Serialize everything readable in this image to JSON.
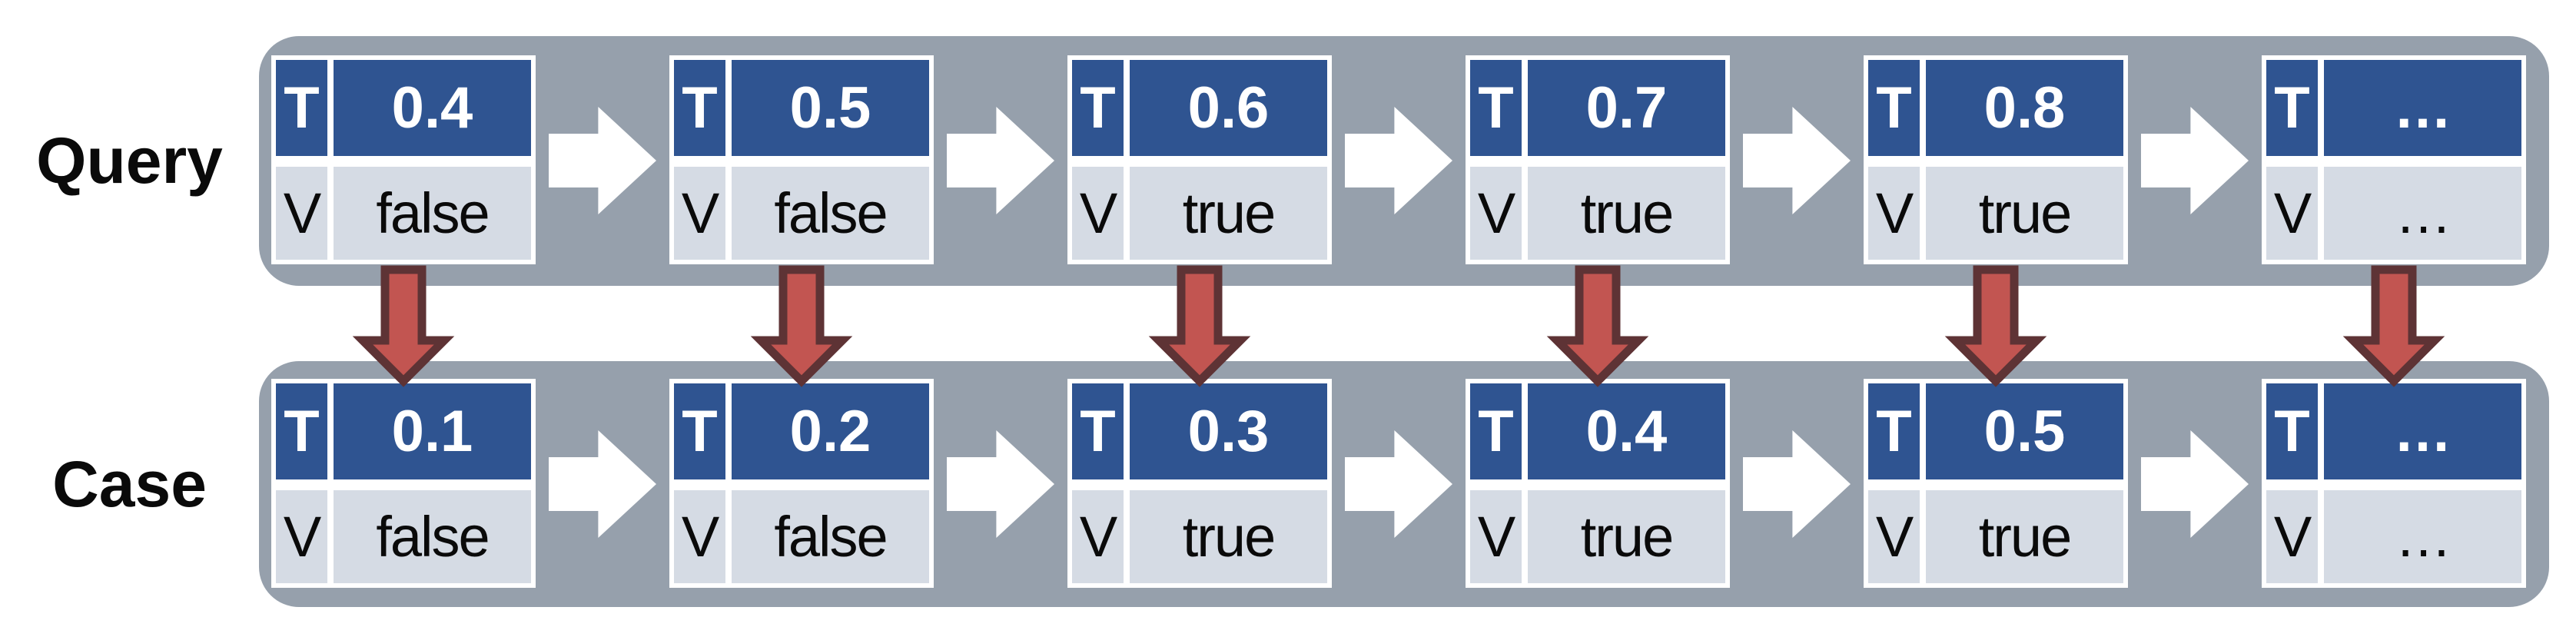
{
  "headers": {
    "t": "T",
    "v": "V"
  },
  "rows": [
    {
      "label": "Query",
      "nodes": [
        {
          "t": "0.4",
          "v": "false"
        },
        {
          "t": "0.5",
          "v": "false"
        },
        {
          "t": "0.6",
          "v": "true"
        },
        {
          "t": "0.7",
          "v": "true"
        },
        {
          "t": "0.8",
          "v": "true"
        },
        {
          "t": "…",
          "v": "…"
        }
      ]
    },
    {
      "label": "Case",
      "nodes": [
        {
          "t": "0.1",
          "v": "false"
        },
        {
          "t": "0.2",
          "v": "false"
        },
        {
          "t": "0.3",
          "v": "true"
        },
        {
          "t": "0.4",
          "v": "true"
        },
        {
          "t": "0.5",
          "v": "true"
        },
        {
          "t": "…",
          "v": "…"
        }
      ]
    }
  ],
  "colors": {
    "band_gray": "#96A0AC",
    "header_blue": "#2F5491",
    "value_gray": "#D5DBE4",
    "arrow_red_fill": "#C25551",
    "arrow_red_border": "#5E3335",
    "flow_arrow_white": "#FFFFFF"
  }
}
